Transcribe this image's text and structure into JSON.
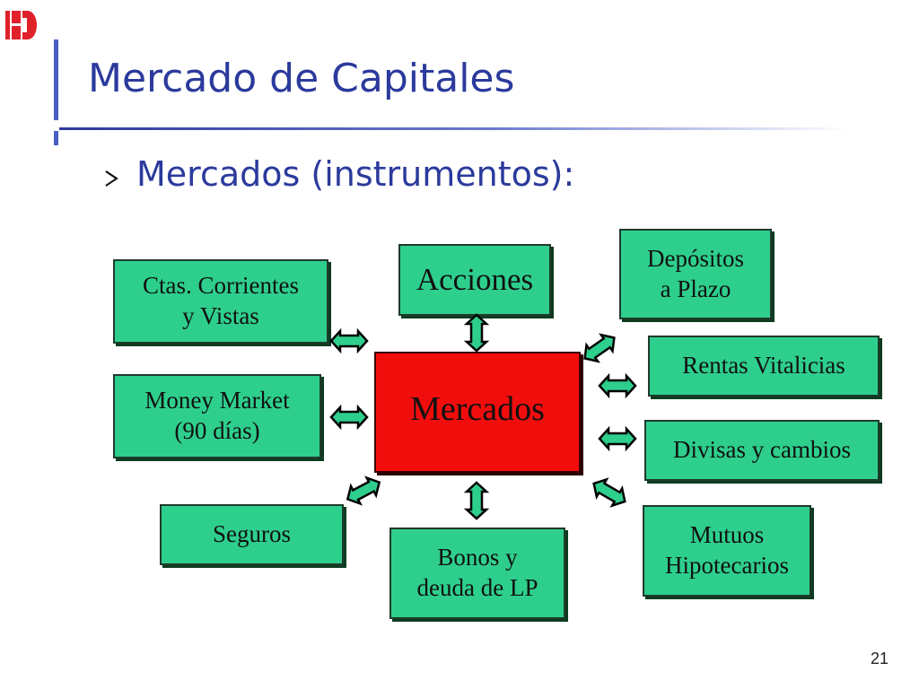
{
  "slide": {
    "title": "Mercado de Capitales",
    "subtitle": "Mercados (instrumentos):",
    "page_number": "21"
  },
  "diagram": {
    "center": "Mercados",
    "nodes": {
      "ctas": "Ctas. Corrientes\ny Vistas",
      "acciones": "Acciones",
      "depositos": "Depósitos\na Plazo",
      "rentas": "Rentas Vitalicias",
      "money": "Money Market\n(90 días)",
      "divisas": "Divisas y cambios",
      "seguros": "Seguros",
      "bonos": "Bonos y\ndeuda de LP",
      "mutuos": "Mutuos\nHipotecarios"
    }
  },
  "colors": {
    "title": "#2b3a9c",
    "node_fill": "#2ecf8d",
    "center_fill": "#f20d0d"
  }
}
